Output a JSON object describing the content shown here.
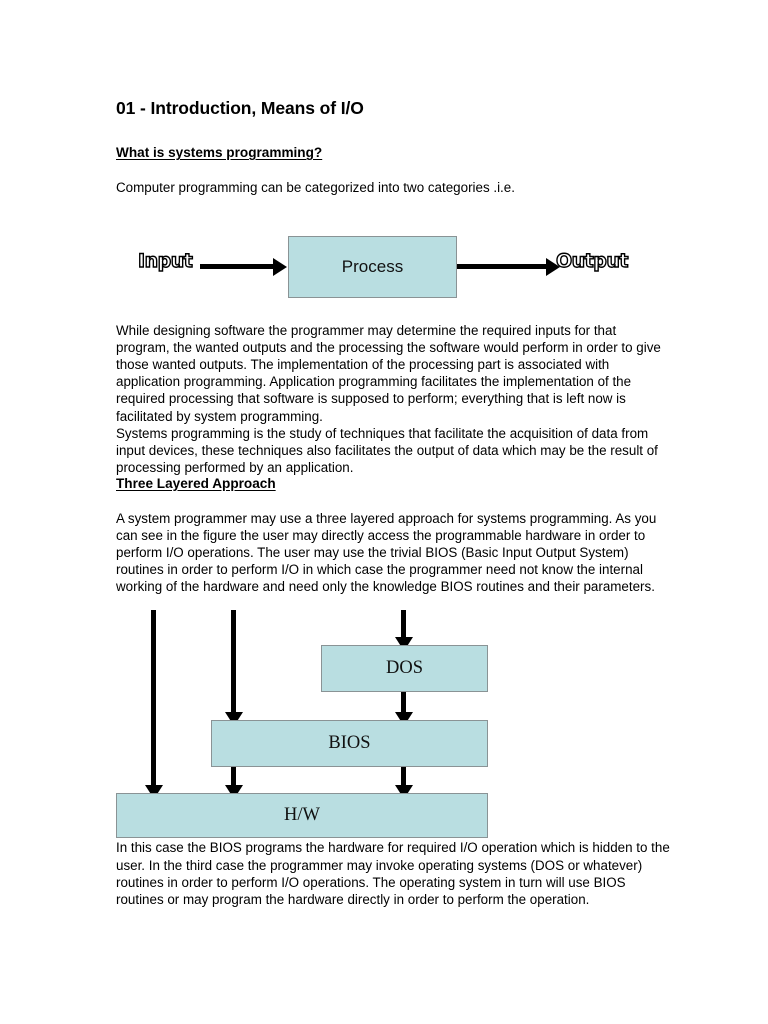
{
  "document": {
    "title": "01 - Introduction, Means of I/O",
    "headings": {
      "what_is": "What is systems programming?",
      "three_layered": "Three Layered Approach"
    },
    "paragraphs": {
      "intro": "Computer programming can be categorized into two categories .i.e.",
      "designing": "While designing software the programmer may determine the required inputs for that program, the wanted outputs and the processing the software would perform in order to give those wanted outputs. The implementation of the processing part is associated with application programming. Application programming facilitates the implementation of the required processing that software is supposed to perform; everything that is left now is facilitated by system programming.",
      "systems_prog": "Systems programming is the study of techniques that facilitate the acquisition of data from input devices, these techniques also facilitates the output of data which may be the result of processing performed by an application.",
      "three_layered_body": "A system programmer may use a three layered approach for systems programming. As you can see in the figure the user may directly access the programmable hardware in order to perform I/O operations. The user may use the trivial BIOS (Basic Input Output System) routines in order to perform I/O in which case the programmer need not know the internal working of the hardware and need only the knowledge BIOS routines and their parameters.",
      "closing": "In this case the BIOS programs the hardware for required I/O operation which is hidden to the user. In the third case the programmer may invoke operating systems (DOS or whatever) routines in order to perform I/O operations. The operating system in turn will use BIOS routines or may program the hardware directly in order to perform the operation."
    }
  },
  "io_diagram": {
    "input_label": "Input",
    "process_label": "Process",
    "output_label": "Output"
  },
  "layer_diagram": {
    "dos_label": "DOS",
    "bios_label": "BIOS",
    "hw_label": "H/W"
  },
  "colors": {
    "box_fill": "#b9dee1",
    "box_border": "#8a9395",
    "arrow": "#000000",
    "text": "#000000",
    "page_background": "#ffffff"
  }
}
